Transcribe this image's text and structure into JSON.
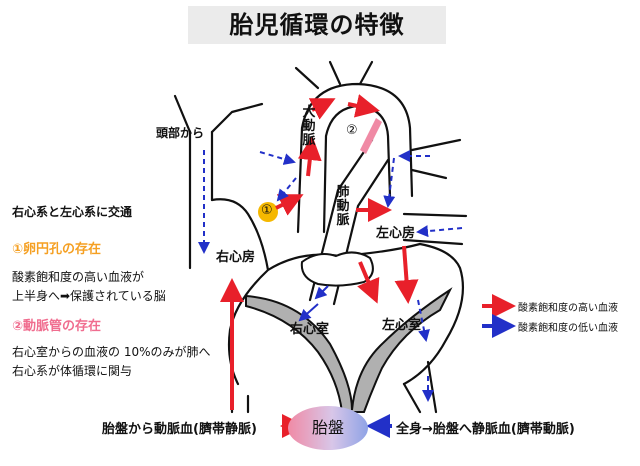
{
  "title": "胎児循環の特徴",
  "labels": {
    "head": "頭部から",
    "aorta": "大動脈",
    "pulmonary_artery": "肺動脈",
    "right_atrium": "右心房",
    "left_atrium": "左心房",
    "right_ventricle": "右心室",
    "left_ventricle": "左心室",
    "marker_1": "①",
    "marker_2": "②",
    "placenta": "胎盤"
  },
  "notes": {
    "cross": "右心系と左心系に交通",
    "foramen_heading": "①卵円孔の存在",
    "foramen_line1": "酸素飽和度の高い血液が",
    "foramen_line2": "上半身へ➡保護されている脳",
    "ductus_heading": "②動脈管の存在",
    "ductus_line1": "右心室からの血液の 10%のみが肺へ",
    "ductus_line2": "右心系が体循環に関与"
  },
  "legend": {
    "high": "酸素飽和度の高い血液",
    "low": "酸素飽和度の低い血液"
  },
  "bottom": {
    "left": "胎盤から動脈血(臍帯静脈)",
    "right": "全身→胎盤へ静脈血(臍帯動脈)"
  },
  "colors": {
    "high": "#e8202a",
    "low": "#2230c8",
    "marker1": "#f5b800",
    "marker2": "#f08aa5"
  }
}
